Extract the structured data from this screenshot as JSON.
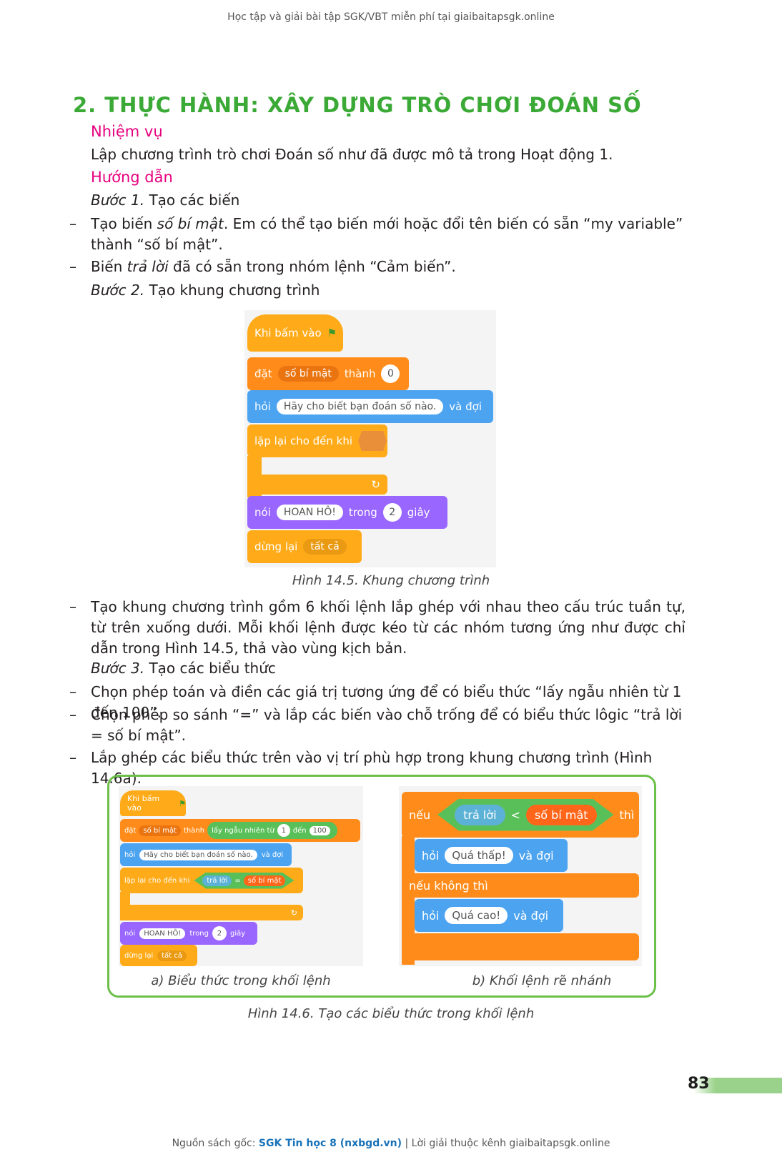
{
  "header": "Học tập và giải bài tập SGK/VBT miễn phí tại giaibaitapsgk.online",
  "section_title": "2. THỰC HÀNH: XÂY DỰNG TRÒ CHƠI ĐOÁN SỐ",
  "task_heading": "Nhiệm vụ",
  "task_text": "Lập chương trình trò chơi Đoán số như đã được mô tả trong Hoạt động 1.",
  "guide_heading": "Hướng dẫn",
  "step1": {
    "label": "Bước 1.",
    "text": "Tạo các biến"
  },
  "bullets1": [
    {
      "pre": "Tạo biến ",
      "em": "số bí mật",
      "post": ". Em có thể tạo biến mới hoặc đổi tên biến có sẵn “my variable” thành “số bí mật”."
    },
    {
      "pre": "Biến ",
      "em": "trả lời",
      "post": " đã có sẵn trong nhóm lệnh “Cảm biến”."
    }
  ],
  "step2": {
    "label": "Bước 2.",
    "text": "Tạo khung chương trình"
  },
  "fig145": {
    "when_flag": "Khi bấm vào",
    "set": "đặt",
    "var": "số bí mật",
    "to": "thành",
    "zero": "0",
    "ask": "hỏi",
    "ask_text": "Hãy cho biết bạn đoán số nào.",
    "and_wait": "và đợi",
    "repeat_until": "lặp lại cho đến khi",
    "say": "nói",
    "say_text": "HOAN HÔ!",
    "for": "trong",
    "secs": "2",
    "sec_unit": "giây",
    "stop": "dừng lại",
    "stop_opt": "tất cả",
    "caption": "Hình 14.5. Khung chương trình"
  },
  "bullets2": [
    "Tạo khung chương trình gồm 6 khối lệnh lắp ghép với nhau theo cấu trúc tuần tự, từ trên xuống dưới. Mỗi khối lệnh được kéo từ các nhóm tương ứng như được chỉ dẫn trong Hình 14.5, thả vào vùng kịch bản."
  ],
  "step3": {
    "label": "Bước 3.",
    "text": "Tạo các biểu thức"
  },
  "bullets3": [
    "Chọn phép toán và điền các giá trị tương ứng để có biểu thức “lấy ngẫu nhiên từ 1 đến 100”.",
    "Chọn phép so sánh “=” và lắp các biến vào chỗ trống để có biểu thức lôgic “trả lời = số bí mật”.",
    "Lắp ghép các biểu thức trên vào vị trí phù hợp trong khung chương trình (Hình 14.6a)."
  ],
  "fig146a": {
    "when_flag": "Khi bấm vào",
    "set": "đặt",
    "var": "số bí mật",
    "to": "thành",
    "random": "lấy ngẫu nhiên từ",
    "r1": "1",
    "r_to": "đến",
    "r2": "100",
    "ask": "hỏi",
    "ask_text": "Hãy cho biết bạn đoán số nào.",
    "and_wait": "và đợi",
    "repeat_until": "lặp lại cho đến khi",
    "answer": "trả lời",
    "eq": "=",
    "secret": "số bí mật",
    "say": "nói",
    "say_text": "HOAN HÔ!",
    "for": "trong",
    "secs": "2",
    "sec_unit": "giây",
    "stop": "dừng lại",
    "stop_opt": "tất cả",
    "caption": "a) Biểu thức trong khối lệnh"
  },
  "fig146b": {
    "if": "nếu",
    "answer": "trả lời",
    "lt": "<",
    "secret": "số bí mật",
    "then": "thì",
    "ask": "hỏi",
    "low": "Quá thấp!",
    "and_wait": "và đợi",
    "else": "nếu không thì",
    "high": "Quá cao!",
    "caption": "b) Khối lệnh rẽ nhánh"
  },
  "fig146_caption": "Hình 14.6. Tạo các biểu thức trong khối lệnh",
  "page_number": "83",
  "footer": {
    "pre": "Nguồn sách gốc: ",
    "book": "SGK Tin học 8 (nxbgd.vn)",
    "post": " | Lời giải thuộc kênh giaibaitapsgk.online"
  }
}
